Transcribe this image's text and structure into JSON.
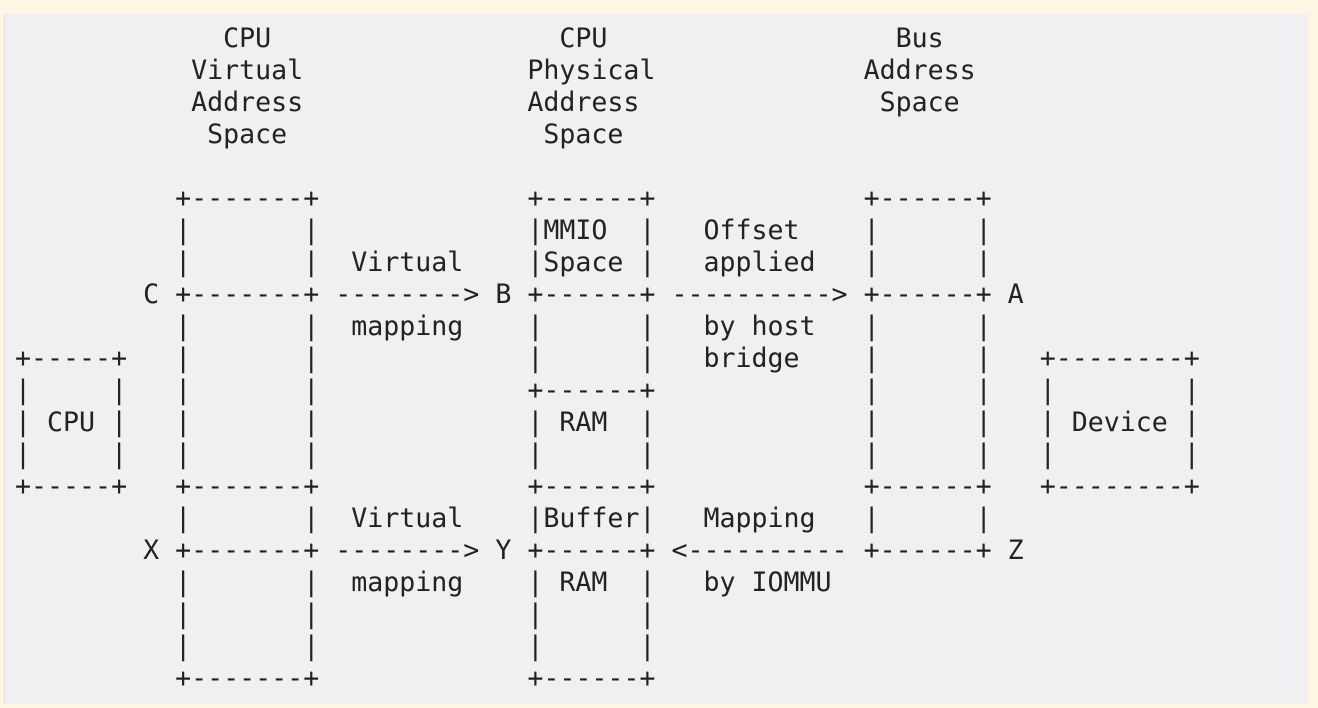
{
  "diagram": {
    "lines": [
      "             CPU                  CPU                  Bus",
      "           Virtual              Physical             Address",
      "           Address              Address               Space",
      "            Space                Space",
      "",
      "          +-------+             +------+             +------+",
      "          |       |             |MMIO  |   Offset    |      |",
      "          |       |  Virtual    |Space |   applied   |      |",
      "        C +-------+ --------> B +------+ ----------> +------+ A",
      "          |       |  mapping    |      |   by host   |      |",
      "+-----+   |       |             |      |   bridge    |      |   +--------+",
      "|     |   |       |             +------+             |      |   |        |",
      "| CPU |   |       |             | RAM  |             |      |   | Device |",
      "|     |   |       |             |      |             |      |   |        |",
      "+-----+   +-------+             +------+             +------+   +--------+",
      "          |       |  Virtual    |Buffer|   Mapping   |      |",
      "        X +-------+ --------> Y +------+ <---------- +------+ Z",
      "          |       |  mapping    | RAM  |   by IOMMU",
      "          |       |             |      |",
      "          |       |             |      |",
      "          +-------+             +------+"
    ]
  }
}
